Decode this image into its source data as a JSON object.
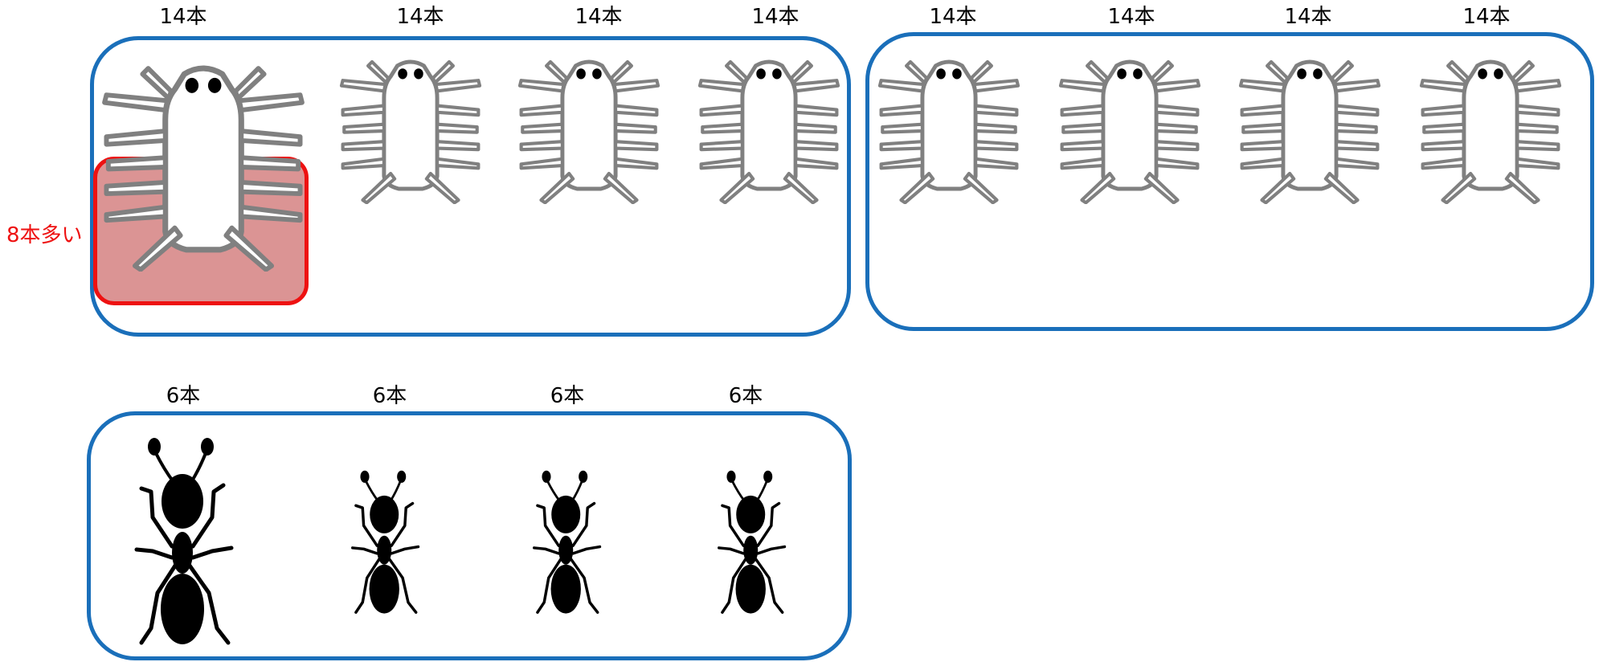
{
  "colors": {
    "box_border": "#1a6fba",
    "highlight_border": "#ee1111",
    "highlight_fill": "#c65858",
    "note_text": "#ee1111",
    "insect_outline": "#808080",
    "ant_fill": "#000000"
  },
  "group1": {
    "creature": "many-legged-insect-icon",
    "labels": [
      "14本",
      "14本",
      "14本",
      "14本"
    ]
  },
  "group2": {
    "creature": "many-legged-insect-icon",
    "labels": [
      "14本",
      "14本",
      "14本",
      "14本"
    ]
  },
  "group3": {
    "creature": "ant-icon",
    "labels": [
      "6本",
      "6本",
      "6本",
      "6本"
    ]
  },
  "note": "8本多い"
}
